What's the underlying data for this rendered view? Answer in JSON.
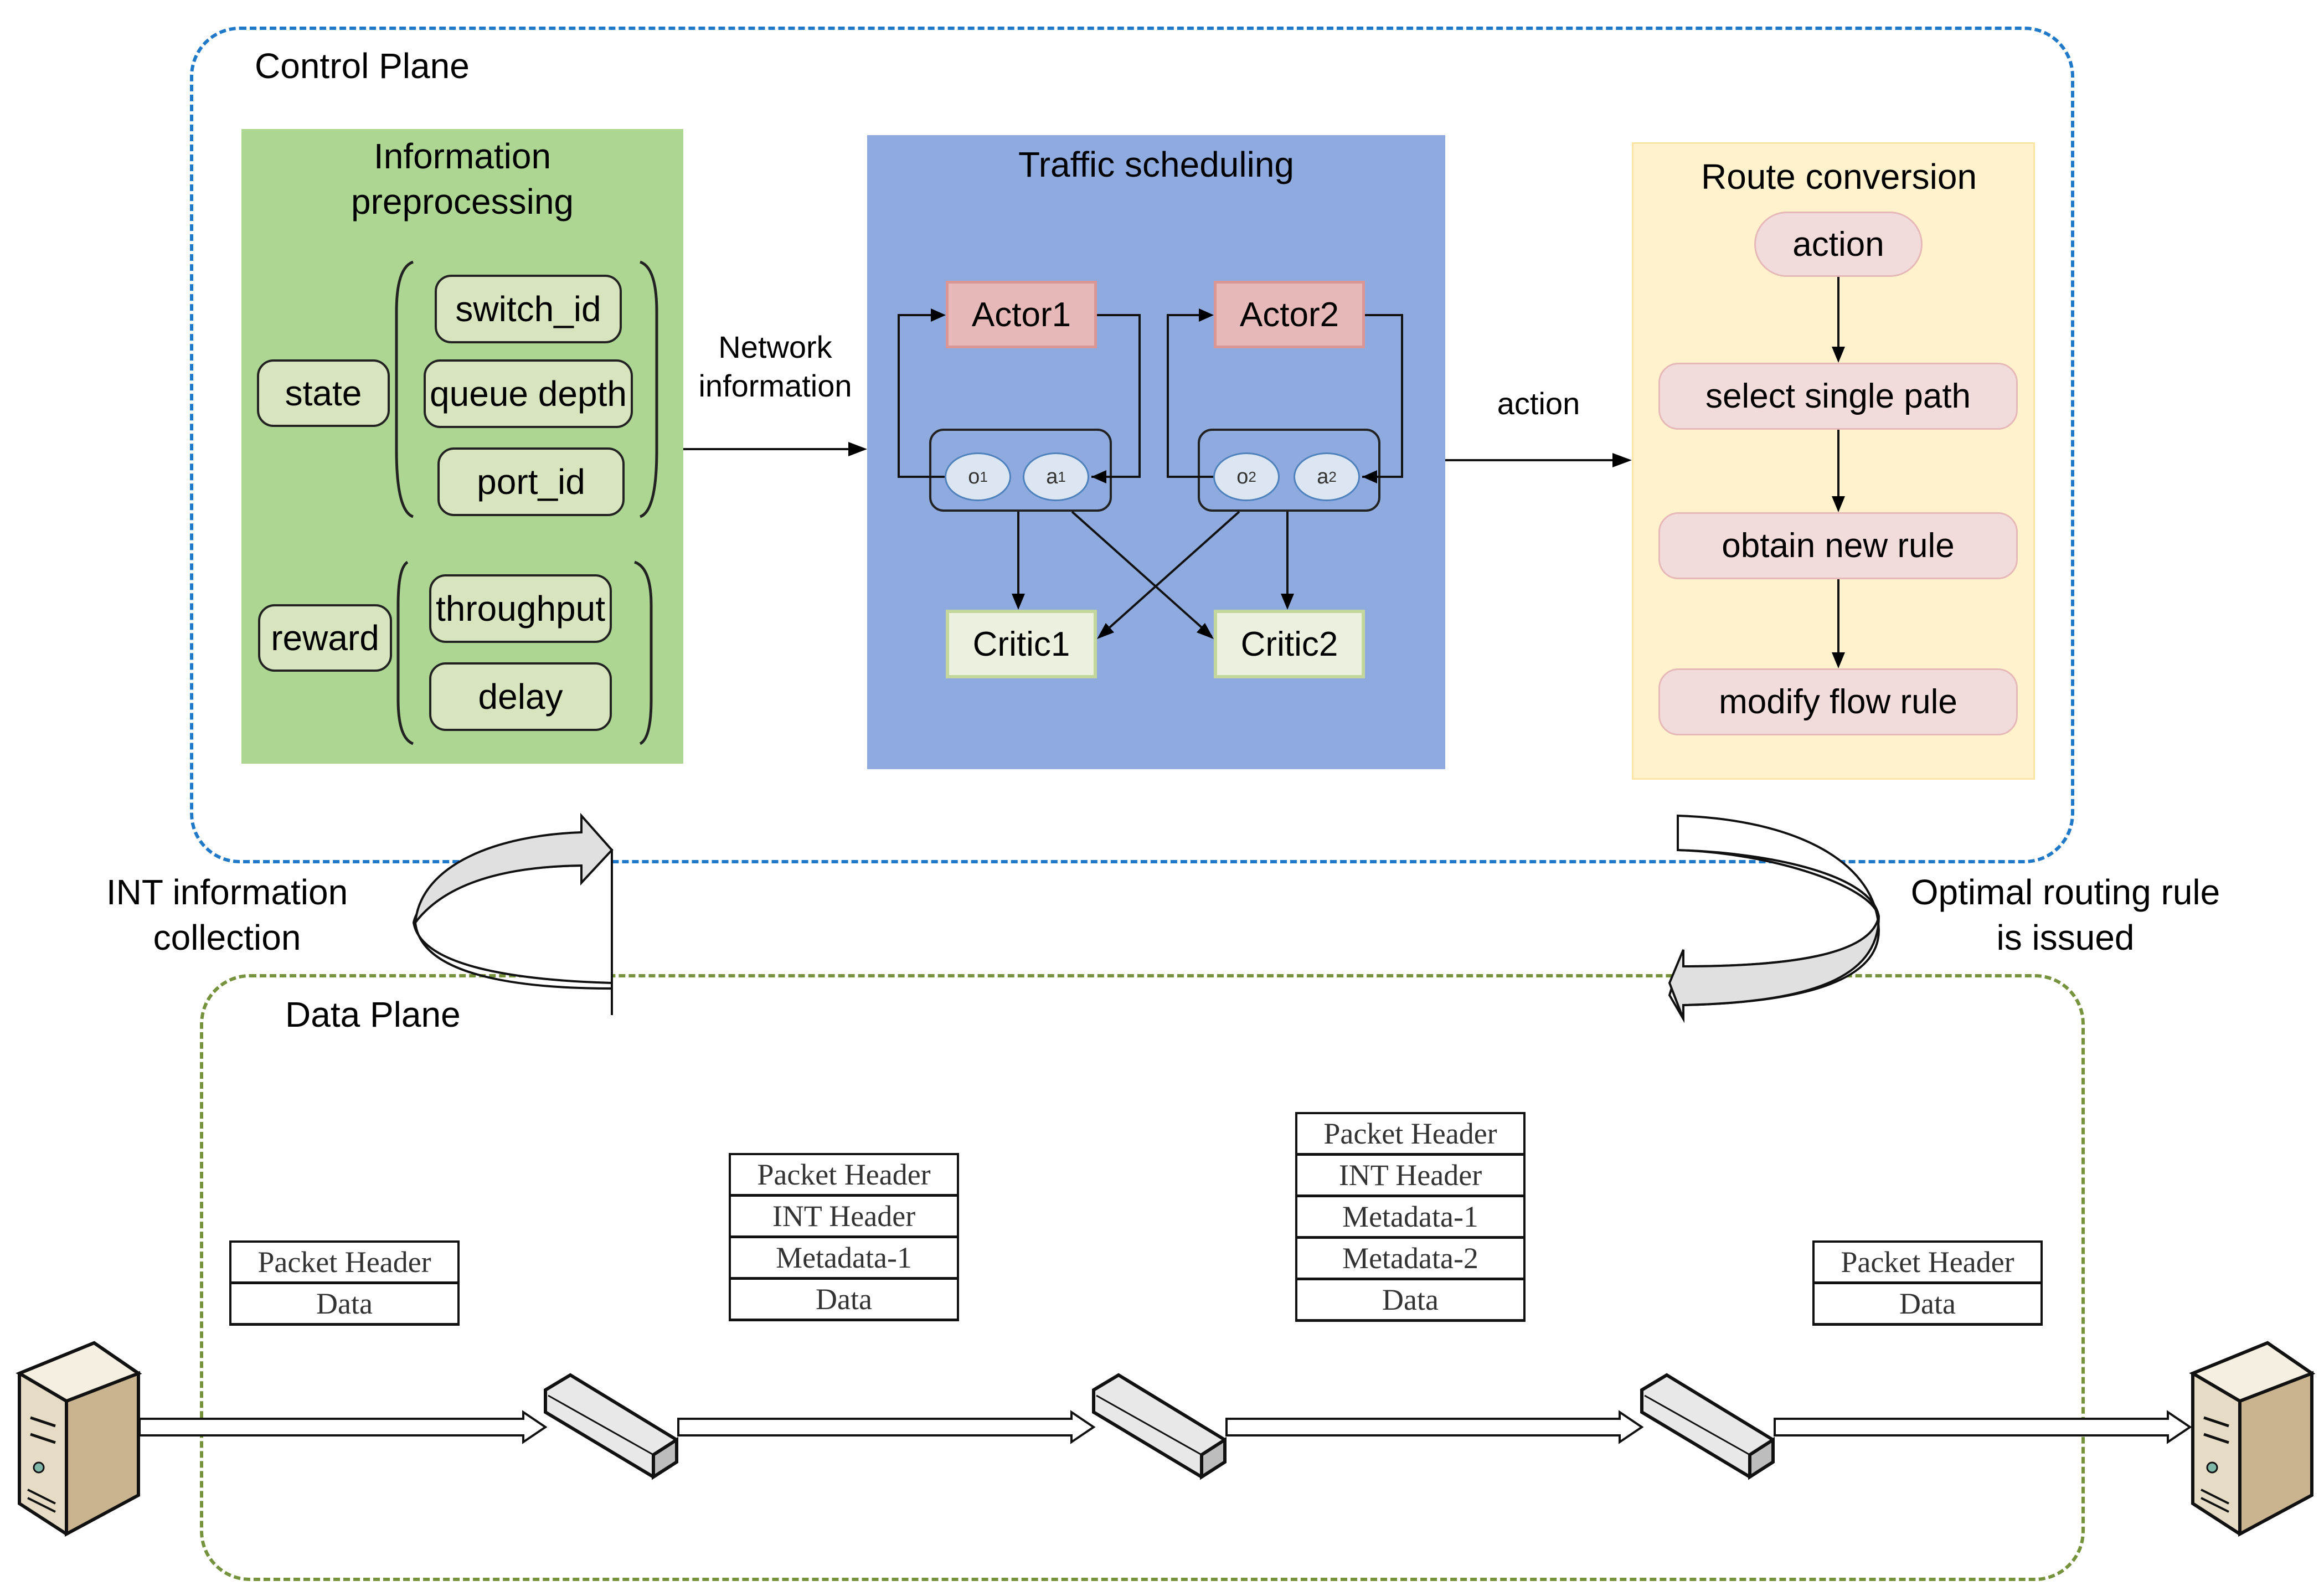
{
  "control_plane": {
    "title": "Control Plane",
    "info_preprocessing": {
      "title_line1": "Information",
      "title_line2": "preprocessing",
      "state": {
        "label": "state",
        "items": [
          "switch_id",
          "queue depth",
          "port_id"
        ]
      },
      "reward": {
        "label": "reward",
        "items": [
          "throughput",
          "delay"
        ]
      }
    },
    "network_info_label_line1": "Network",
    "network_info_label_line2": "information",
    "traffic_scheduling": {
      "title": "Traffic scheduling",
      "actors": [
        "Actor1",
        "Actor2"
      ],
      "critics": [
        "Critic1",
        "Critic2"
      ],
      "agents": [
        {
          "obs": "o",
          "obs_sub": "1",
          "act": "a",
          "act_sub": "1"
        },
        {
          "obs": "o",
          "obs_sub": "2",
          "act": "a",
          "act_sub": "2"
        }
      ]
    },
    "action_label": "action",
    "route_conversion": {
      "title": "Route conversion",
      "steps": [
        "action",
        "select single path",
        "obtain new rule",
        "modify flow rule"
      ]
    }
  },
  "int_collection_line1": "INT information",
  "int_collection_line2": "collection",
  "optimal_rule_line1": "Optimal routing rule",
  "optimal_rule_line2": "is issued",
  "data_plane": {
    "title": "Data Plane",
    "packets": [
      {
        "fields": [
          "Packet Header",
          "Data"
        ]
      },
      {
        "fields": [
          "Packet Header",
          "INT Header",
          "Metadata-1",
          "Data"
        ]
      },
      {
        "fields": [
          "Packet Header",
          "INT Header",
          "Metadata-1",
          "Metadata-2",
          "Data"
        ]
      },
      {
        "fields": [
          "Packet Header",
          "Data"
        ]
      }
    ],
    "devices": [
      "server-source",
      "switch-1",
      "switch-2",
      "switch-3",
      "server-destination"
    ]
  },
  "colors": {
    "control_plane_border": "#1f78c8",
    "data_plane_border": "#76923c",
    "info_preprocessing_bg": "#acd692",
    "traffic_scheduling_bg": "#8eaadf",
    "route_conversion_bg": "#fff2cc",
    "actor_bg": "#e6b9b8",
    "critic_bg": "#ebf1de"
  }
}
